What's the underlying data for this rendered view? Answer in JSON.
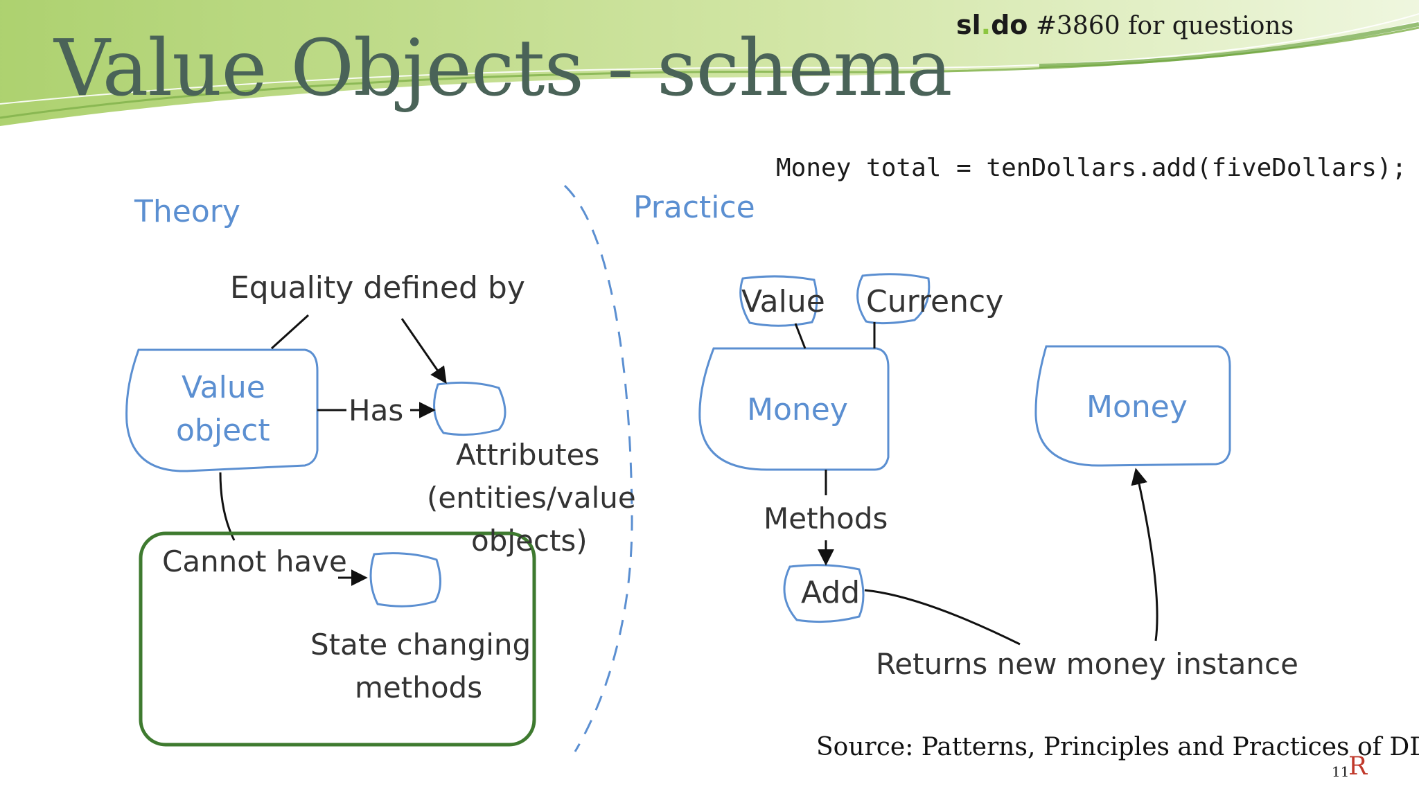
{
  "slide": {
    "title": "Value Objects - schema",
    "slido": {
      "logo_a": "sl",
      "logo_dot": ".",
      "logo_b": "do",
      "text": "#3860 for questions"
    },
    "code": "Money total = tenDollars.add(fiveDollars);",
    "source": "Source: Patterns, Principles and Practices of DDD",
    "page_number": "11",
    "corner_logo": "R"
  },
  "theory": {
    "heading": "Theory",
    "equality": "Equality defined by",
    "value_object_line1": "Value",
    "value_object_line2": "object",
    "has": "Has",
    "attributes_line1": "Attributes",
    "attributes_line2": "(entities/value",
    "attributes_line3": "objects)",
    "cannot_have": "Cannot have",
    "state_line1": "State changing",
    "state_line2": "methods"
  },
  "practice": {
    "heading": "Practice",
    "value": "Value",
    "currency": "Currency",
    "money_left": "Money",
    "money_right": "Money",
    "methods": "Methods",
    "add": "Add",
    "returns": "Returns new money instance"
  },
  "colors": {
    "title": "#4a6358",
    "diagram_blue": "#5b8fd1",
    "highlight_green": "#3e7a2f",
    "banner_green": "#a9cf68"
  }
}
